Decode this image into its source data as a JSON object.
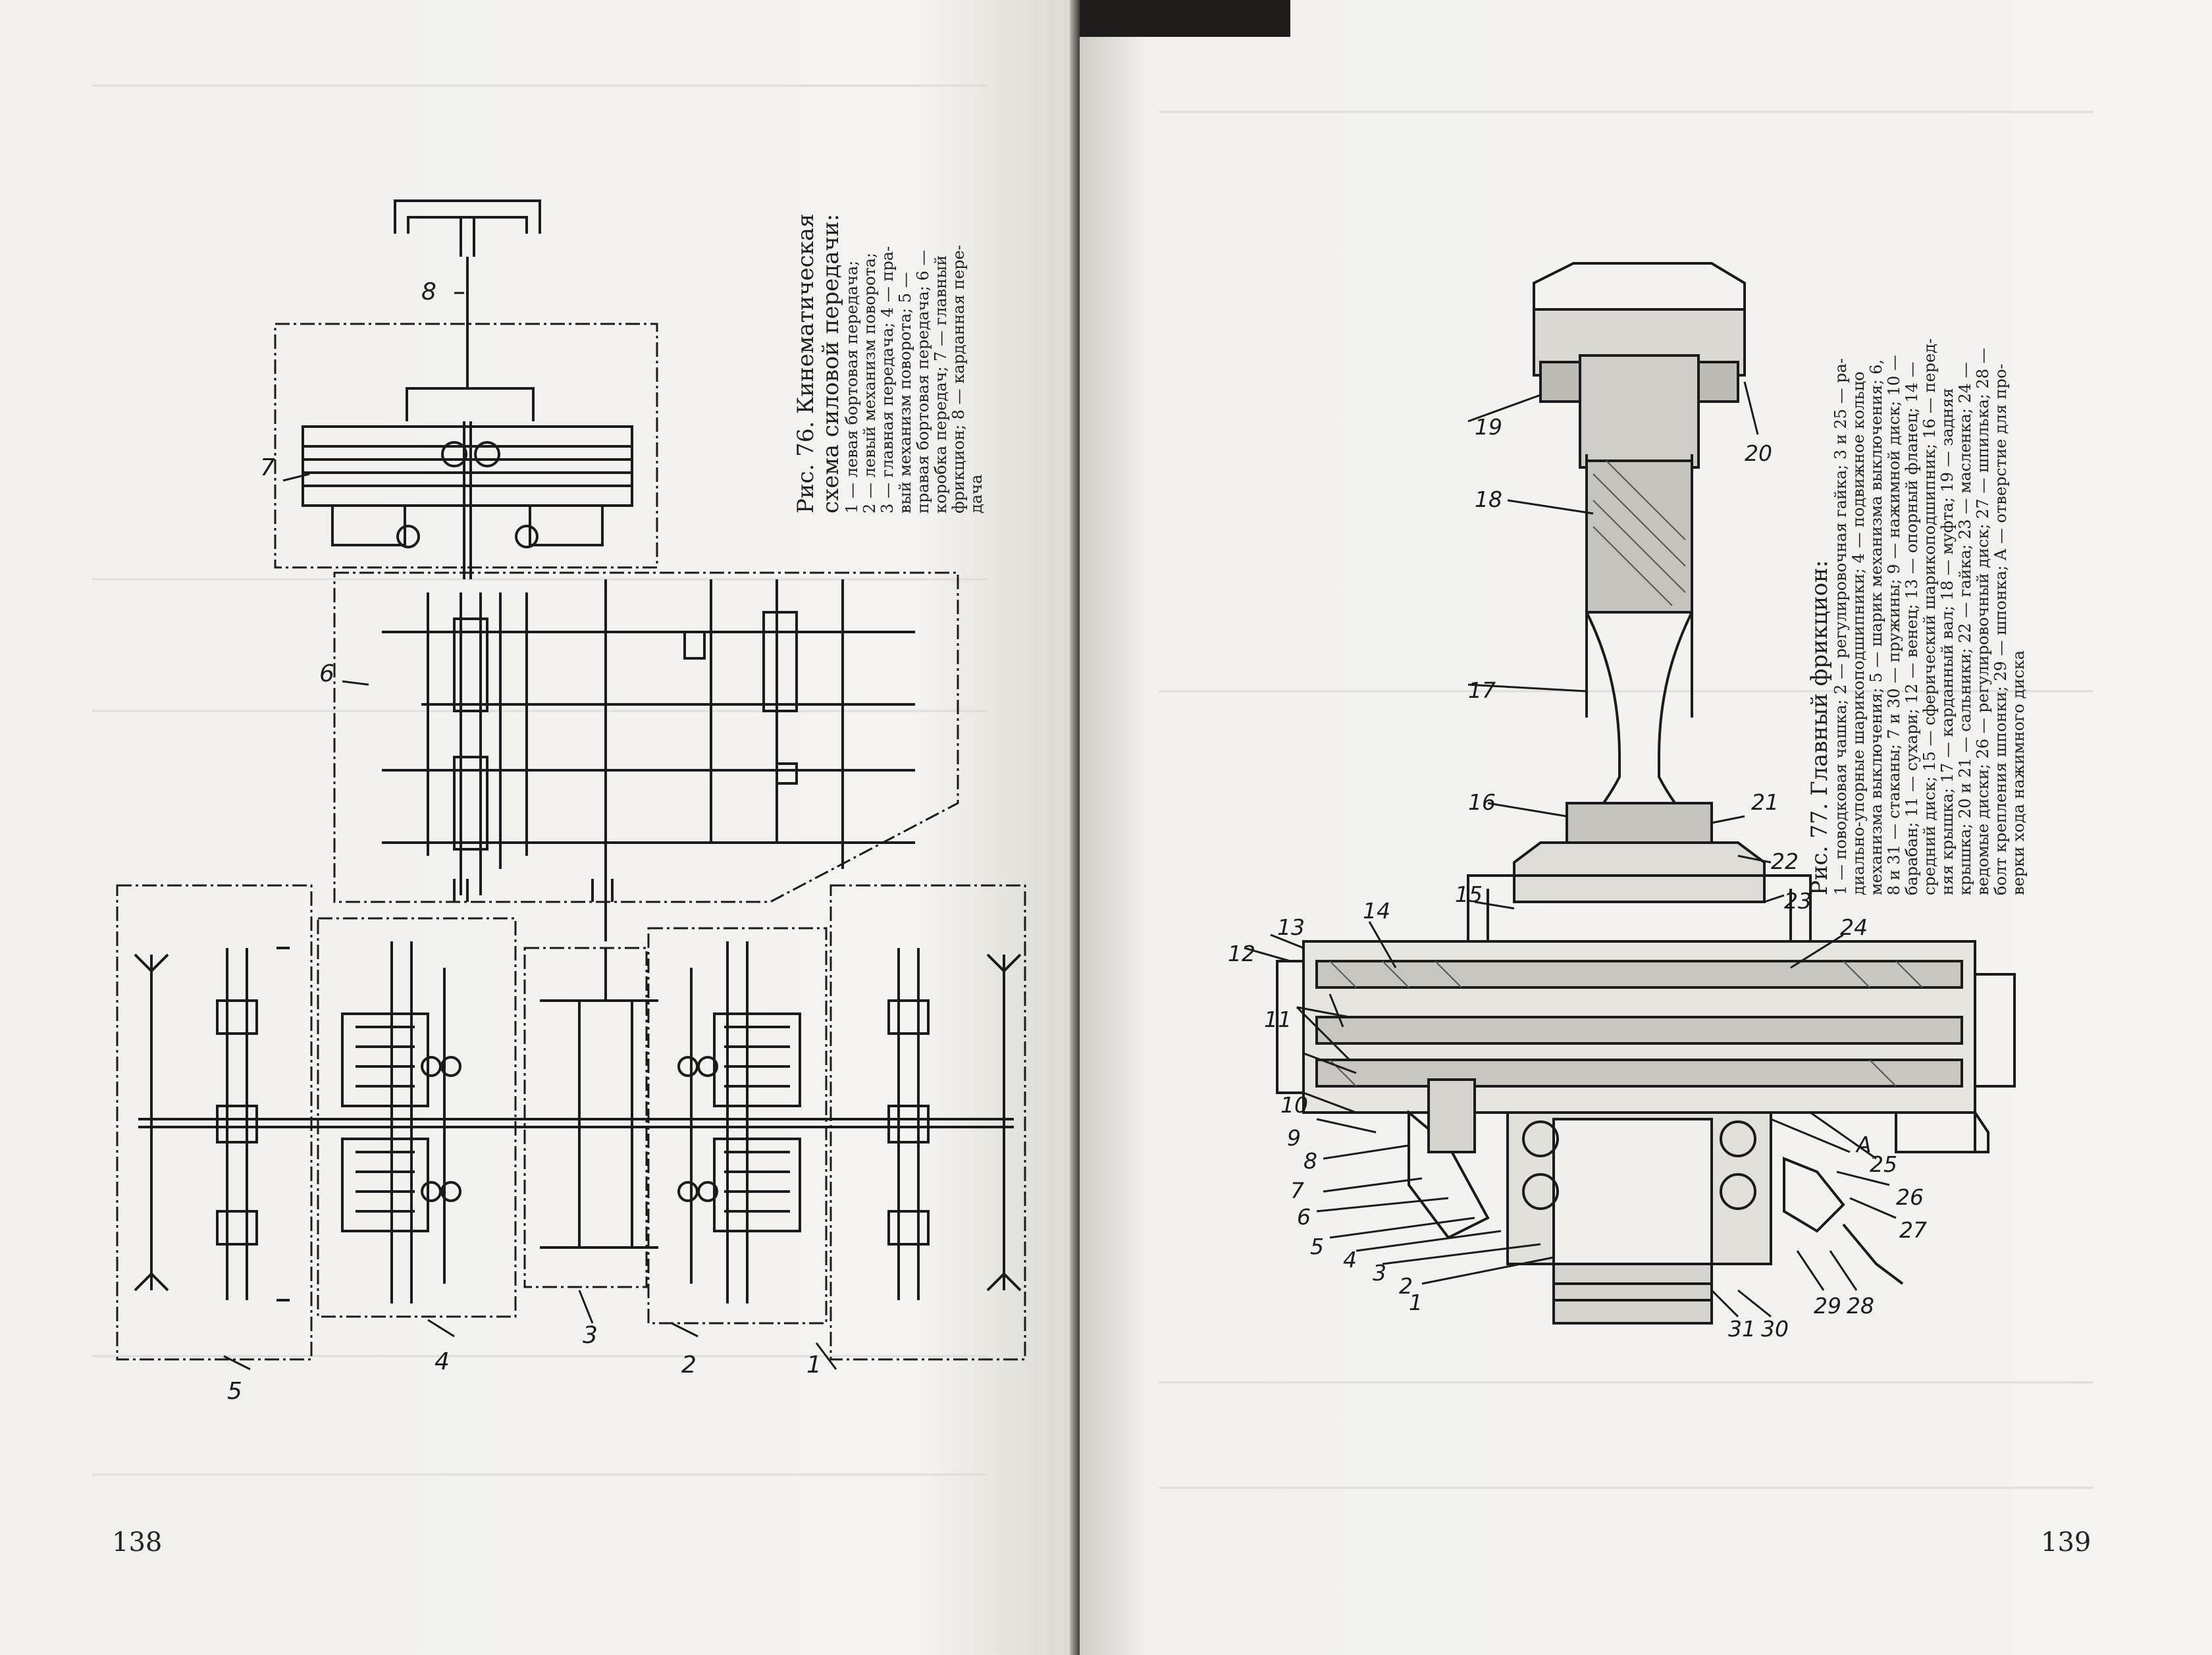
{
  "left_page": {
    "page_number": "138",
    "figure": {
      "title_line1": "Рис.   76.   Кинематическая",
      "title_line2": "схема силовой передачи:",
      "legend_lines": [
        "1 — левая    бортовая    передача;",
        "2 — левый  механизм  поворота;",
        "3 — главная  передача;  4 — пра-",
        "вый   механизм  поворота;  5 —",
        "правая бортовая  передача; 6 —",
        "коробка  передач;  7 — главный",
        "фрикцион;  8 — карданная  пере-",
        "дача"
      ],
      "labels": [
        "1",
        "2",
        "3",
        "4",
        "5",
        "6",
        "7",
        "8"
      ]
    }
  },
  "right_page": {
    "page_number": "139",
    "figure": {
      "title_line": "Рис. 77. Главный фрикцион:",
      "legend_lines": [
        "1 — поводковая  чашка;  2 — регулировочная  гайка;  3  и  25 — ра-",
        "диально-упорные    шарикоподшипники;  4 — подвижное  кольцо",
        "механизма  выключения;  5 — шарик  механизма  выключения;  6,",
        "8 и 31 — стаканы;  7 и 30 — пружины;  9 — нажимной диск;  10 —",
        "барабан;  11 — сухари;  12 — венец;  13 — опорный  фланец;  14 —",
        "средний диск;  15 — сферический  шарикоподшипник;  16 — перед-",
        "няя  крышка;  17 — карданный  вал;  18 — муфта;  19 — задняя",
        "крышка;  20  и  21 — сальники;  22 — гайка;  23 — масленка;  24 —",
        "ведомые диски;  26 — регулировочный диск;  27 — шпилька;  28 —",
        "болт  крепления  шпонки;  29 — шпонка;  A — отверстие  для  про-",
        "верки  хода  нажимного  диска"
      ],
      "labels": {
        "n1": "1",
        "n2": "2",
        "n3": "3",
        "n4": "4",
        "n5": "5",
        "n6": "6",
        "n7": "7",
        "n8": "8",
        "n9": "9",
        "n10": "10",
        "n11": "11",
        "n12": "12",
        "n13": "13",
        "n14": "14",
        "n15": "15",
        "n16": "16",
        "n17": "17",
        "n18": "18",
        "n19": "19",
        "n20": "20",
        "n21": "21",
        "n22": "22",
        "n23": "23",
        "n24": "24",
        "n25": "25",
        "nA": "A",
        "n26": "26",
        "n27": "27",
        "n28": "28",
        "n29": "29",
        "n30": "30",
        "n31": "31"
      }
    }
  }
}
